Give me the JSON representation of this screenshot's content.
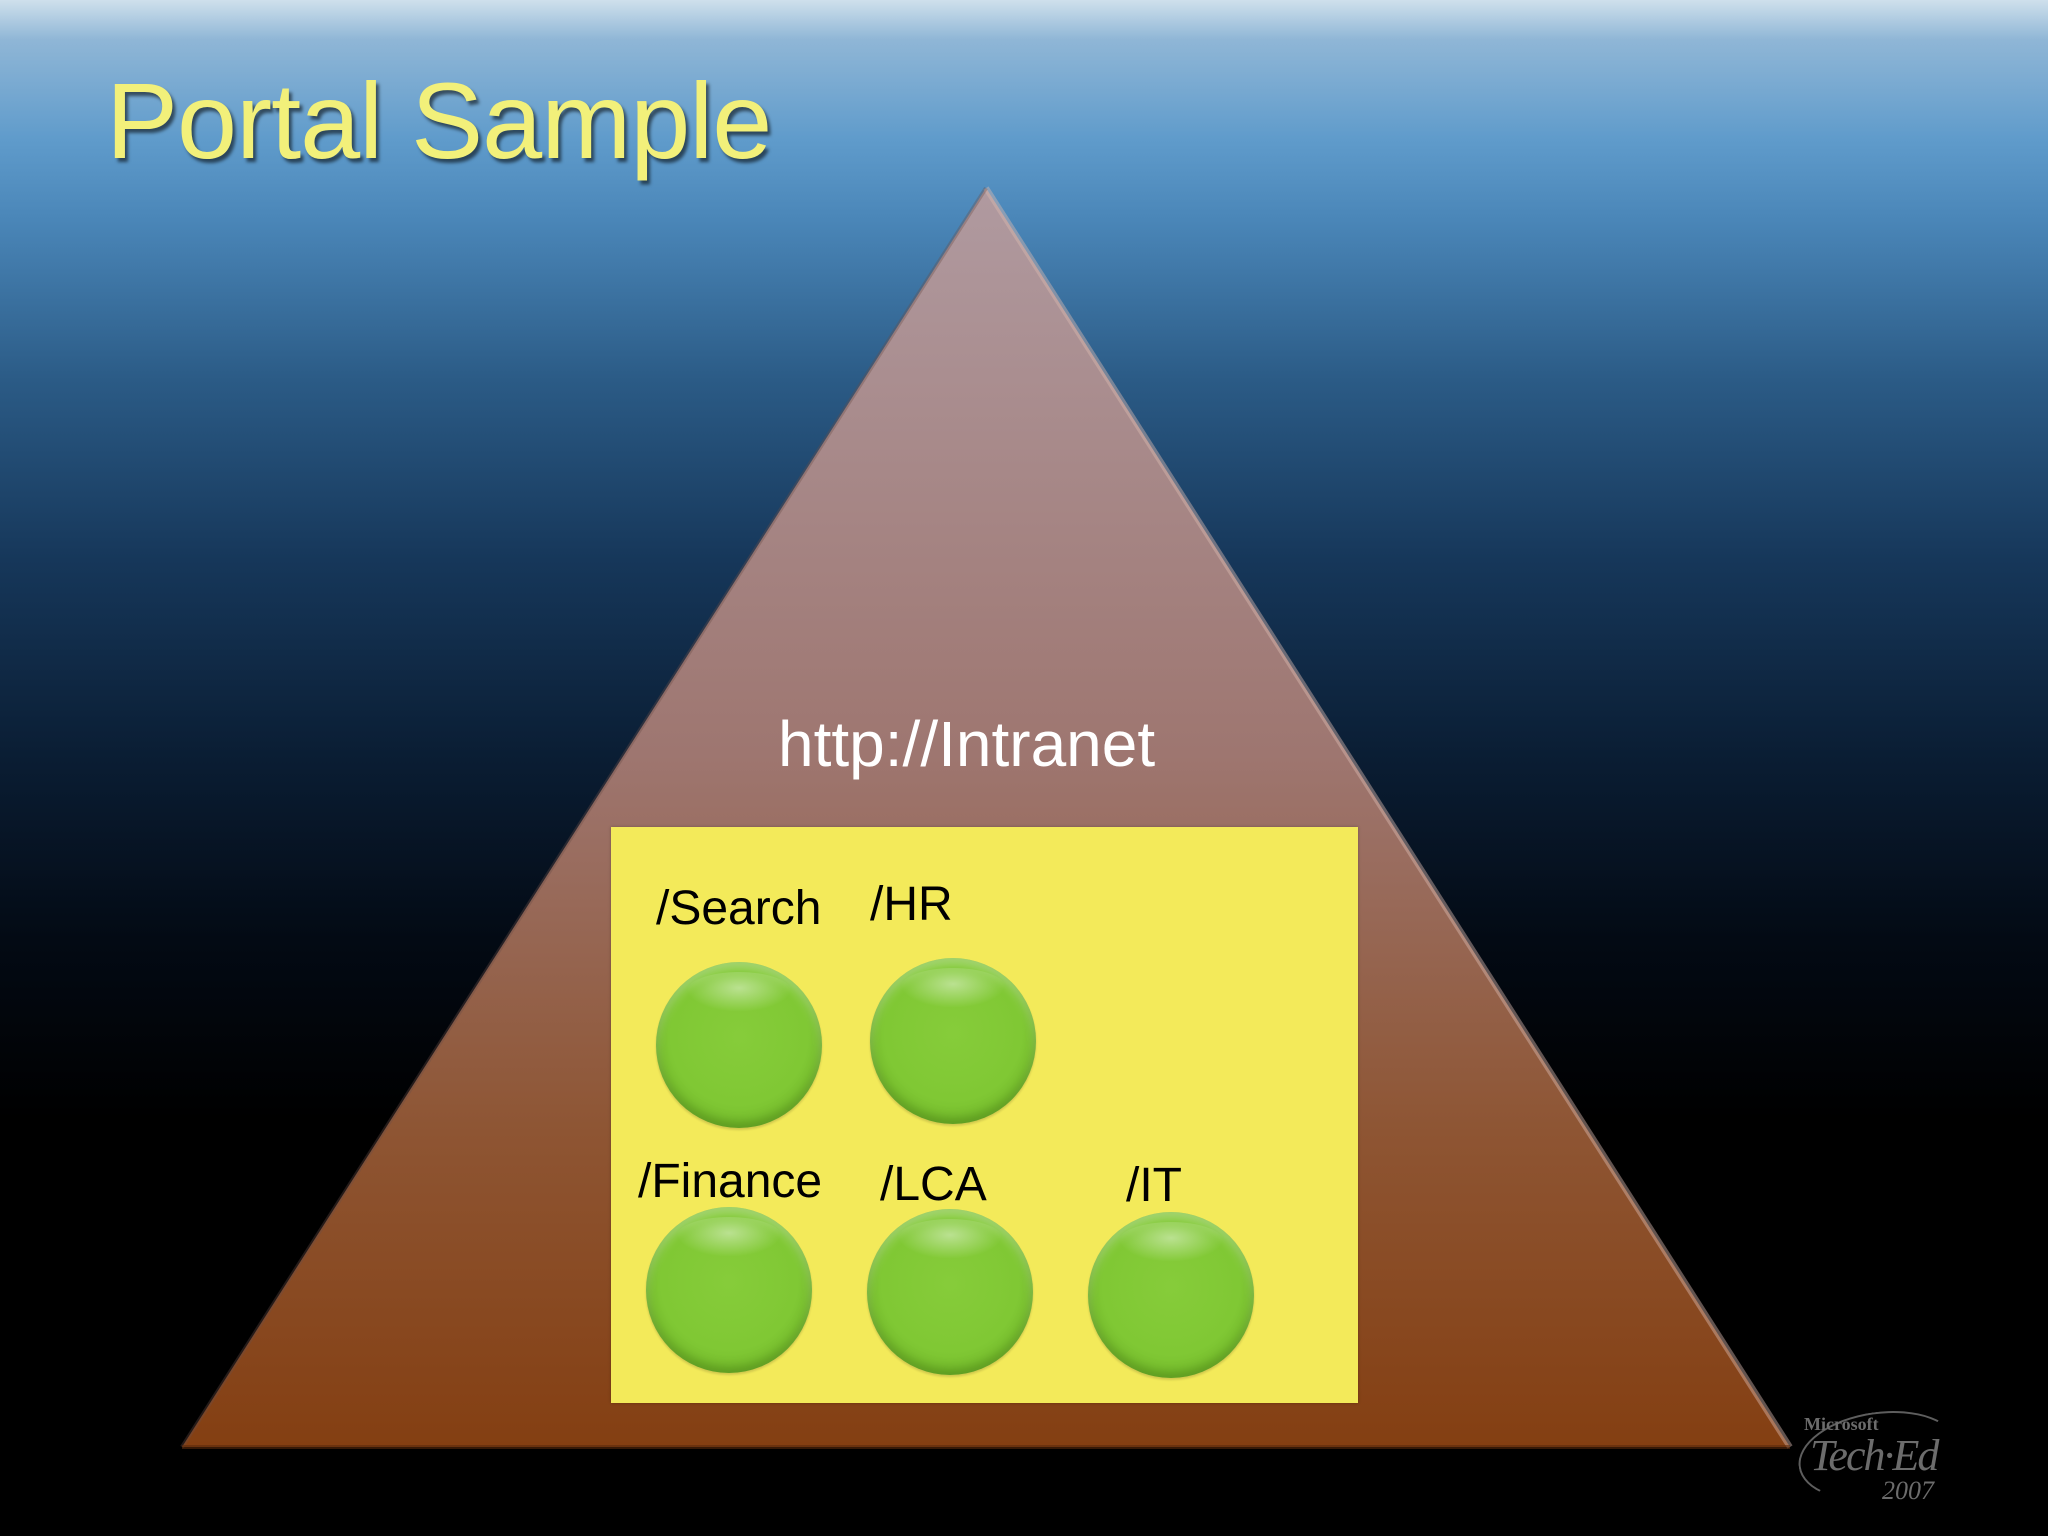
{
  "slide": {
    "title": "Portal Sample"
  },
  "diagram": {
    "root_url": "http://Intranet",
    "sites": [
      {
        "label": "/Search"
      },
      {
        "label": "/HR"
      },
      {
        "label": "/Finance"
      },
      {
        "label": "/LCA"
      },
      {
        "label": "/IT"
      }
    ]
  },
  "logo": {
    "brand": "Microsoft",
    "event": "Tech·Ed",
    "year": "2007"
  },
  "colors": {
    "title": "#f2f07a",
    "site_box": "#f3ea5a",
    "site_node": "#80c834",
    "pyramid_top": "#b09aa0",
    "pyramid_bottom": "#843f12"
  }
}
